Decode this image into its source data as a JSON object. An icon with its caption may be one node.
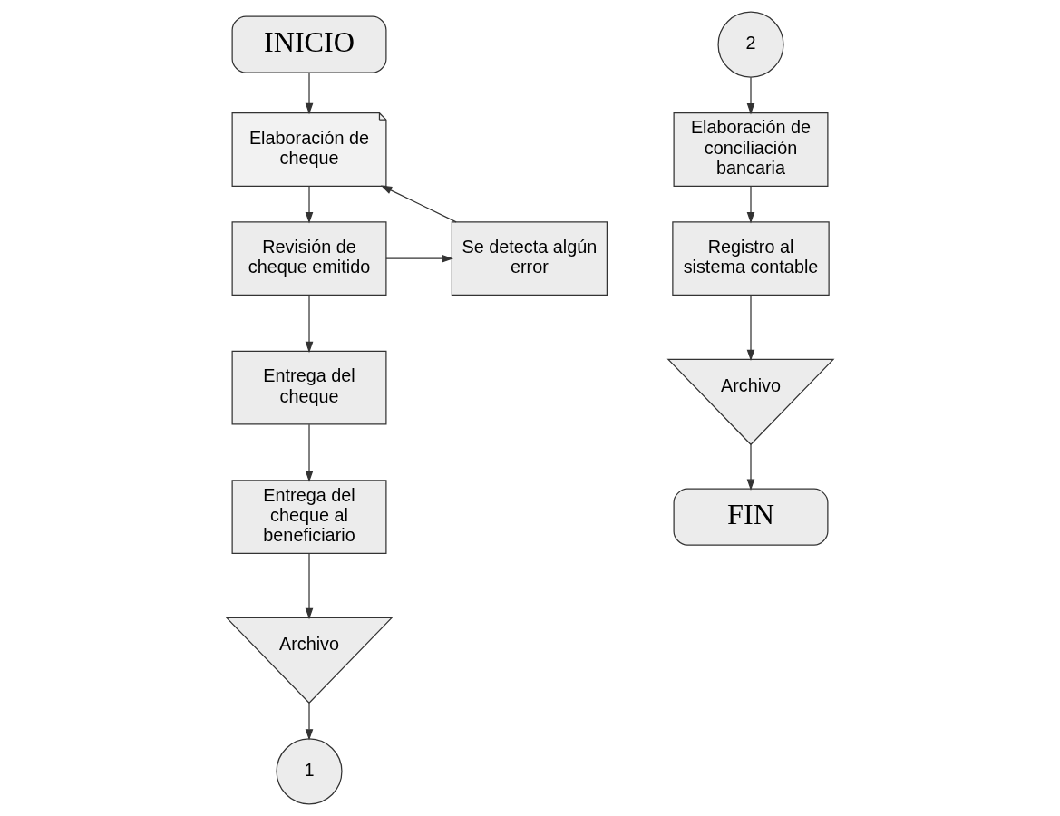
{
  "diagram": {
    "nodes": [
      {
        "text": [
          "INICIO"
        ]
      },
      {
        "text": [
          "Elaboración de cheque"
        ]
      },
      {
        "text": [
          "Revisión de cheque emitido"
        ]
      },
      {
        "text": [
          "Se detecta algún error"
        ]
      },
      {
        "text": [
          "Entrega del cheque"
        ]
      },
      {
        "text": [
          "Entrega del cheque al beneficiario"
        ]
      },
      {
        "text": [
          "Archivo"
        ]
      },
      {
        "text": [
          "1"
        ]
      },
      {
        "text": [
          "2"
        ]
      },
      {
        "text": [
          "Elaboración de conciliación bancaria"
        ]
      },
      {
        "text": [
          "Registro al sistema contable"
        ]
      },
      {
        "text": [
          "Archivo"
        ]
      },
      {
        "text": [
          "FIN"
        ]
      }
    ],
    "edges": [
      {
        "from": 0,
        "to": 1,
        "arrow": "to"
      },
      {
        "from": 1,
        "to": 2,
        "arrow": "to"
      },
      {
        "from": 2,
        "to": 3,
        "arrow": "to"
      },
      {
        "from": 3,
        "to": 1,
        "arrow": "to"
      },
      {
        "from": 2,
        "to": 4,
        "arrow": "to"
      },
      {
        "from": 4,
        "to": 5,
        "arrow": "to"
      },
      {
        "from": 5,
        "to": 6,
        "arrow": "to"
      },
      {
        "from": 6,
        "to": 7,
        "arrow": "to"
      },
      {
        "from": 8,
        "to": 9,
        "arrow": "to"
      },
      {
        "from": 9,
        "to": 10,
        "arrow": "to"
      },
      {
        "from": 10,
        "to": 11,
        "arrow": "to"
      },
      {
        "from": 11,
        "to": 12,
        "arrow": "to"
      }
    ]
  }
}
